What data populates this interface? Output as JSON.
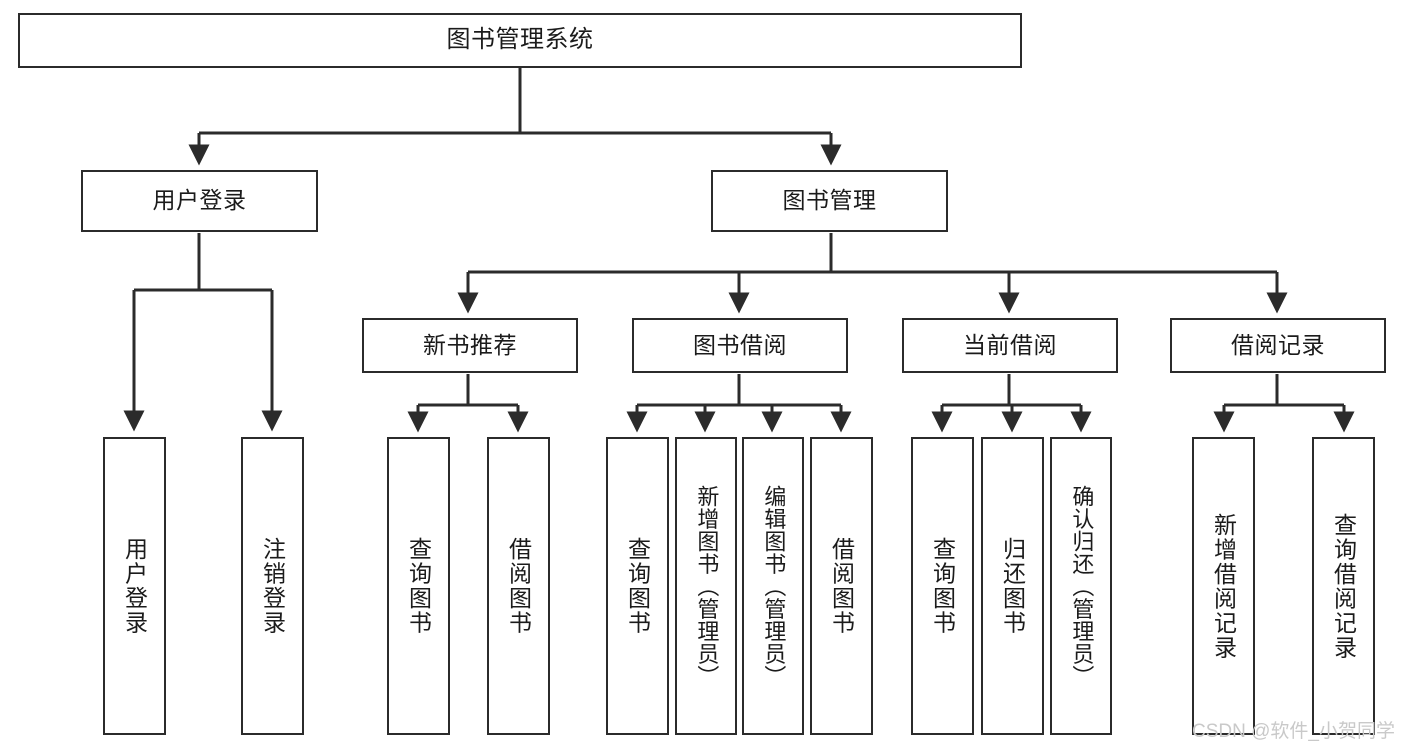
{
  "diagram": {
    "title": "图书管理系统",
    "type": "tree-hierarchy-chart",
    "watermark": "CSDN @软件_小贺同学",
    "colors": {
      "background": "#ffffff",
      "border": "#2b2b2b",
      "text": "#1b1b1b",
      "connector": "#2b2b2b",
      "watermark": "#c9c9c9"
    },
    "root": {
      "label": "图书管理系统"
    },
    "level2": [
      {
        "label": "用户登录"
      },
      {
        "label": "图书管理"
      }
    ],
    "level3": [
      {
        "label": "新书推荐"
      },
      {
        "label": "图书借阅"
      },
      {
        "label": "当前借阅"
      },
      {
        "label": "借阅记录"
      }
    ],
    "leaves": {
      "user_login": [
        {
          "label": "用户登录"
        },
        {
          "label": "注销登录"
        }
      ],
      "new_book_recommend": [
        {
          "label": "查询图书"
        },
        {
          "label": "借阅图书"
        }
      ],
      "book_borrow": [
        {
          "label": "查询图书"
        },
        {
          "label": "新增图书（管理员）"
        },
        {
          "label": "编辑图书（管理员）"
        },
        {
          "label": "借阅图书"
        }
      ],
      "current_borrow": [
        {
          "label": "查询图书"
        },
        {
          "label": "归还图书"
        },
        {
          "label": "确认归还（管理员）"
        }
      ],
      "borrow_record": [
        {
          "label": "新增借阅记录"
        },
        {
          "label": "查询借阅记录"
        }
      ]
    }
  }
}
